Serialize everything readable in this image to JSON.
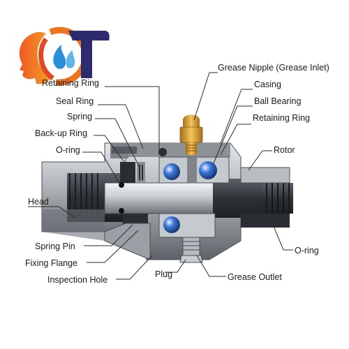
{
  "labels": {
    "retaining_ring_top": "Retaining Ring",
    "seal_ring": "Seal Ring",
    "spring": "Spring",
    "backup_ring": "Back-up Ring",
    "o_ring_left": "O-ring",
    "head": "Head",
    "spring_pin": "Spring Pin",
    "fixing_flange": "Fixing Flange",
    "inspection_hole": "Inspection Hole",
    "plug": "Plug",
    "grease_outlet": "Grease Outlet",
    "o_ring_right": "O-ring",
    "rotor": "Rotor",
    "retaining_ring_right": "Retaining Ring",
    "ball_bearing": "Ball Bearing",
    "casing": "Casing",
    "grease_nipple": "Grease Nipple (Grease Inlet)"
  },
  "colors": {
    "logo_orange": "#ef5a24",
    "logo_blue": "#2a8fd6",
    "logo_navy": "#2e2a6e",
    "leader": "#2b2b2b",
    "body_light": "#bfc4c8",
    "body_dark": "#3a3e44",
    "brass": "#d49a2a",
    "ball_blue": "#2a60c8"
  },
  "icons": [
    "company-logo",
    "rotary-joint-cutaway"
  ]
}
